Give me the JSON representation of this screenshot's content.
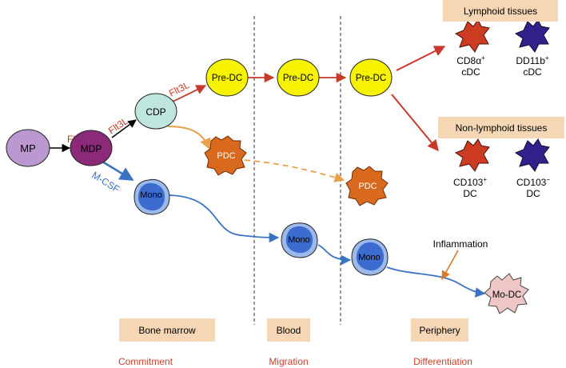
{
  "cells": {
    "mp": "MP",
    "mdp": "MDP",
    "cdp": "CDP",
    "predc": "Pre-DC",
    "pdc": "PDC",
    "mono": "Mono",
    "modc": "Mo-DC"
  },
  "signals": {
    "flt3l": "Flt3L",
    "mcsf": "M-CSF"
  },
  "subsets": {
    "cd8_name": "CD8α",
    "cd8_sup": "+",
    "cd8_type": "cDC",
    "cd11b_name": "DD11b",
    "cd11b_sup": "+",
    "cd11b_type": "cDC",
    "cd103p_name": "CD103",
    "cd103p_sup": "+",
    "cd103p_type": "DC",
    "cd103n_name": "CD103",
    "cd103n_sup": "−",
    "cd103n_type": "DC"
  },
  "boxes": {
    "lymphoid": "Lymphoid tissues",
    "nonlymphoid": "Non-lymphoid tissues",
    "bone_marrow": "Bone marrow",
    "blood": "Blood",
    "periphery": "Periphery"
  },
  "labels": {
    "inflammation": "Inflammation"
  },
  "stages": {
    "commitment": "Commitment",
    "migration": "Migration",
    "differentiation": "Differentiation"
  },
  "colors": {
    "flt3l": "#d23b2a",
    "mcsf": "#3a72c4",
    "pdc_arrow": "#e8a04a",
    "box_fill": "#f6d7b5",
    "stage_text": "#c4432e",
    "mp": "#bb98d0",
    "mdp": "#8a2a78",
    "cdp": "#bfe6dd",
    "predc": "#f6f200",
    "pdc": "#d9691c",
    "mono": "#3d6cd1",
    "modc": "#efc6c6",
    "red_dc": "#cc3b22",
    "blue_dc": "#34208a"
  }
}
